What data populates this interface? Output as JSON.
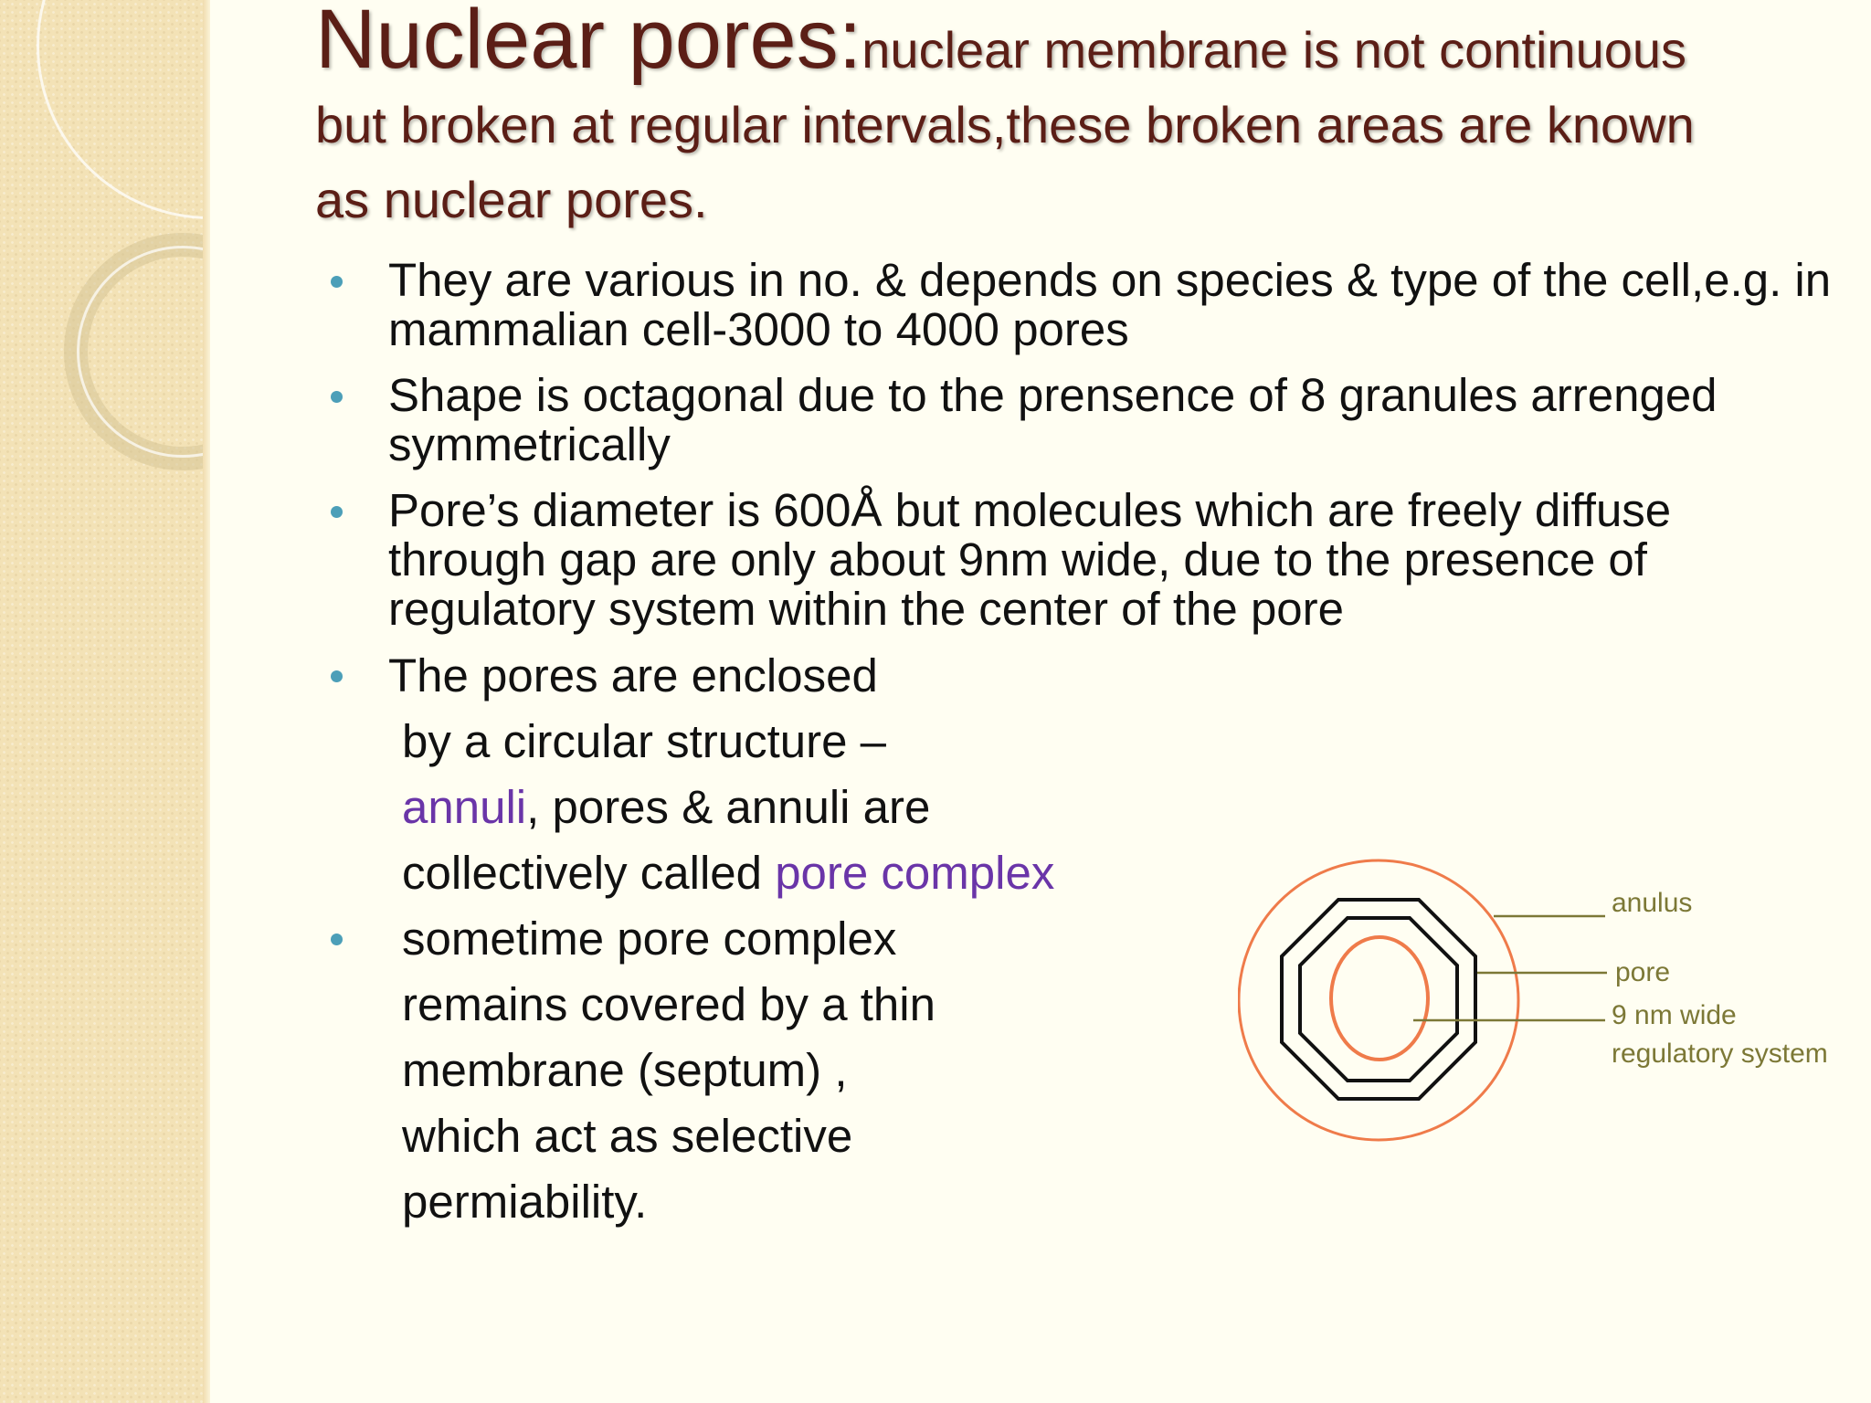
{
  "slide": {
    "title_lead": "Nuclear pores:",
    "title_rest": "nuclear membrane is not continuous but broken at regular intervals,these broken areas are known as nuclear pores.",
    "bullets": [
      {
        "text": "They are various in no. & depends on species & type of the cell,e.g. in mammalian cell-3000 to 4000 pores"
      },
      {
        "text": "Shape is octagonal due to the prensence of 8 granules arrenged symmetrically"
      },
      {
        "text": "Pore’s diameter is 600Å but molecules which are freely diffuse through gap are only about 9nm wide, due to the presence of regulatory system within the center of the pore"
      },
      {
        "line1": "The pores are enclosed",
        "line2": "by a circular structure –",
        "term1": "annuli",
        "line3_rest": ", pores & annuli are",
        "line4_lead": "collectively called ",
        "term2": "pore complex"
      },
      {
        "lines": [
          "sometime pore complex",
          "remains covered by a thin",
          "membrane (septum) ,",
          "which act as selective",
          "permiability."
        ]
      }
    ]
  },
  "diagram": {
    "labels": {
      "annulus": "anulus",
      "pore": "pore",
      "reg_line1": "9 nm wide",
      "reg_line2": "regulatory system"
    },
    "colors": {
      "orange": "#ef7b4a",
      "octagon": "#111111",
      "leader": "#7c7836",
      "highlight": "#6a35a8",
      "title": "#5b1e16",
      "bullet": "#4c9fb8"
    }
  }
}
